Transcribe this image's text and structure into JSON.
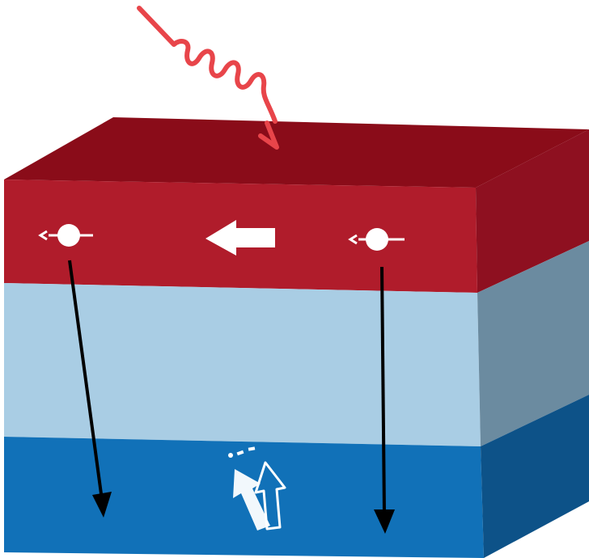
{
  "diagram": {
    "colors": {
      "background": "#ffffff",
      "top_layer_front": "#b01c2b",
      "top_layer_top": "#8a0c19",
      "top_layer_side": "#8e1020",
      "middle_layer_front": "#a9cde4",
      "middle_layer_side": "#6b8ba0",
      "bottom_layer_front": "#1171b8",
      "bottom_layer_side": "#0d5288",
      "photon_wave": "#e8454a",
      "spin_arrow": "#ffffff",
      "transport_arrow": "#000000"
    },
    "layers": [
      {
        "name": "top-ferromagnet-layer",
        "icon": "left-arrow-icon"
      },
      {
        "name": "spacer-layer"
      },
      {
        "name": "bottom-ferromagnet-layer",
        "icon": "tilted-magnetization-arrow-icon"
      }
    ],
    "photon": {
      "icon": "wavy-arrow-icon"
    },
    "electrons": [
      {
        "icon": "electron-spin-icon",
        "spin_direction": "left"
      },
      {
        "icon": "electron-spin-icon",
        "spin_direction": "left"
      }
    ]
  }
}
